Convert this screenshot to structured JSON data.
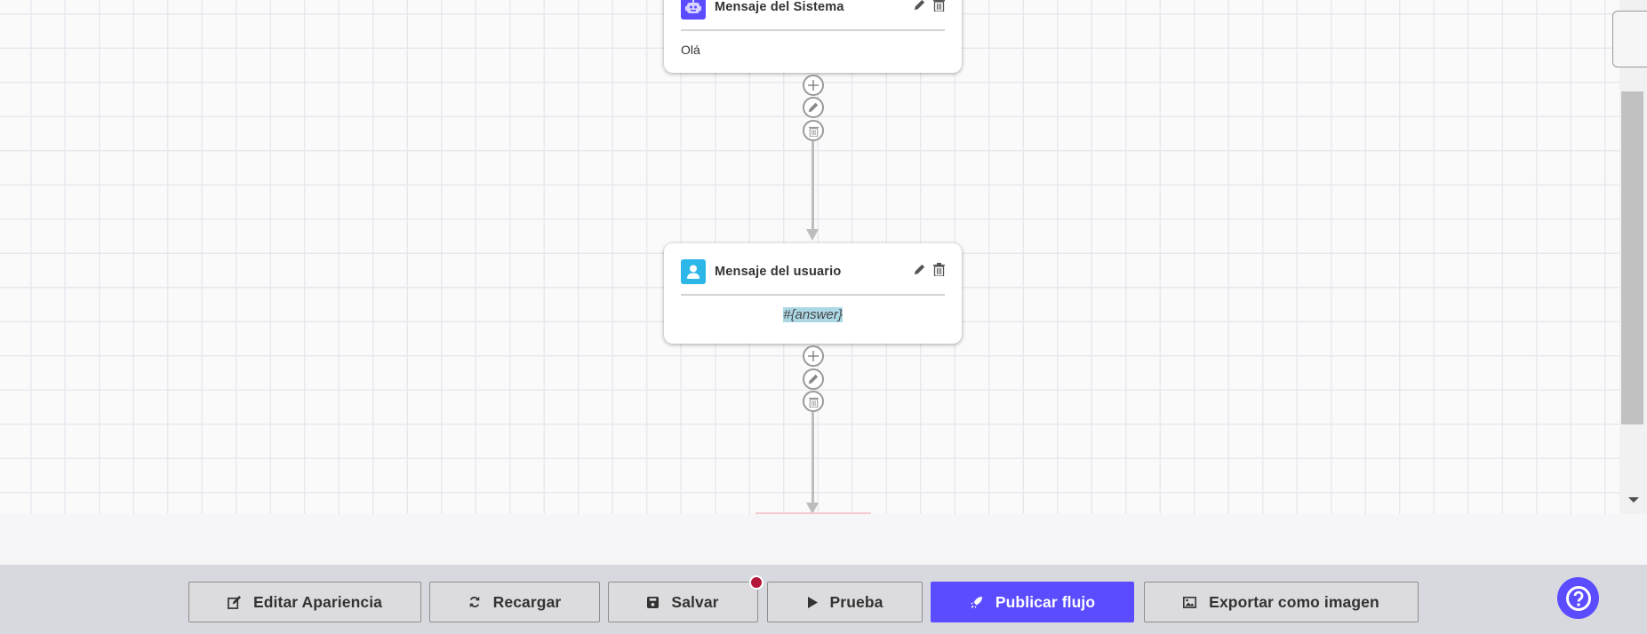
{
  "canvas": {
    "nodes": [
      {
        "title": "Mensaje del Sistema",
        "icon": "robot-icon",
        "icon_color": "#5b4cff",
        "content": "Olá"
      },
      {
        "title": "Mensaje del usuario",
        "icon": "user-icon",
        "icon_color": "#2cb7e8",
        "content": "#{answer}",
        "content_highlight": "#acd8e6"
      }
    ]
  },
  "toolbar": {
    "buttons": [
      {
        "label": "Editar Apariencia",
        "icon": "edit-icon"
      },
      {
        "label": "Recargar",
        "icon": "refresh-icon"
      },
      {
        "label": "Salvar",
        "icon": "save-icon",
        "unsaved_indicator": true
      },
      {
        "label": "Prueba",
        "icon": "play-icon"
      },
      {
        "label": "Publicar flujo",
        "icon": "rocket-icon",
        "primary": true
      },
      {
        "label": "Exportar como imagen",
        "icon": "image-icon"
      }
    ],
    "help_icon": "question-circle-icon"
  },
  "colors": {
    "accent": "#5b4cff",
    "unsaved_dot": "#b5173a"
  }
}
